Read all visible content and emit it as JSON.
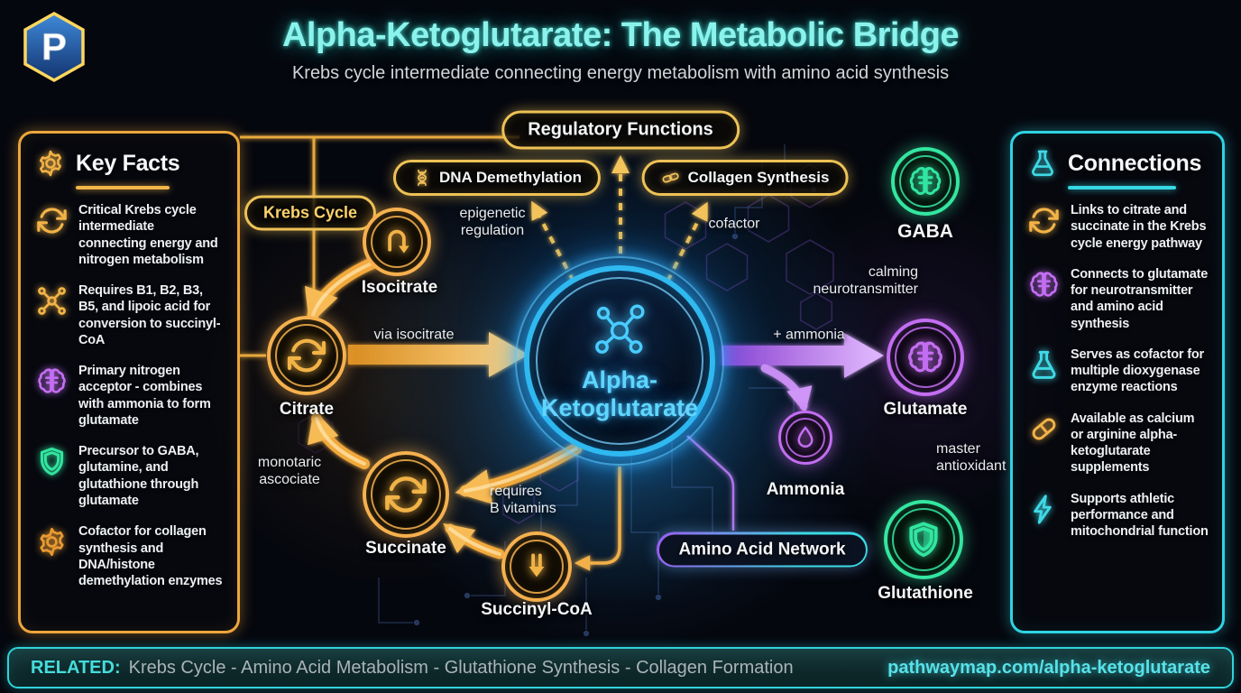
{
  "header": {
    "title": "Alpha-Ketoglutarate: The Metabolic Bridge",
    "subtitle": "Krebs cycle intermediate connecting energy metabolism with amino acid synthesis",
    "logo_letter": "P"
  },
  "left_panel": {
    "title": "Key Facts",
    "items": [
      {
        "icon": "cycle-icon",
        "color": "gold",
        "text": "Critical Krebs cycle intermediate connecting energy and nitrogen metabolism"
      },
      {
        "icon": "molecule-icon",
        "color": "gold",
        "text": "Requires B1, B2, B3, B5, and lipoic acid for conversion to succinyl-CoA"
      },
      {
        "icon": "brain-icon",
        "color": "purple",
        "text": "Primary nitrogen acceptor - combines with ammonia to form glutamate"
      },
      {
        "icon": "shield-icon",
        "color": "green",
        "text": "Precursor to GABA, glutamine, and glutathione through glutamate"
      },
      {
        "icon": "gear-icon",
        "color": "orange",
        "text": "Cofactor for collagen synthesis and DNA/histone demethylation enzymes"
      }
    ]
  },
  "right_panel": {
    "title": "Connections",
    "items": [
      {
        "icon": "cycle-icon",
        "color": "gold",
        "text": "Links to citrate and succinate in the Krebs cycle energy pathway"
      },
      {
        "icon": "brain-icon",
        "color": "purple",
        "text": "Connects to glutamate for neurotransmitter and amino acid synthesis"
      },
      {
        "icon": "flask-icon",
        "color": "cyan",
        "text": "Serves as cofactor for multiple dioxygenase enzyme reactions"
      },
      {
        "icon": "pill-icon",
        "color": "gold",
        "text": "Available as calcium or arginine alpha-ketoglutarate supplements"
      },
      {
        "icon": "lightning-icon",
        "color": "cyan",
        "text": "Supports athletic performance and mitochondrial function"
      }
    ]
  },
  "diagram": {
    "pills": {
      "regulatory": "Regulatory Functions",
      "dna": "DNA Demethylation",
      "collagen": "Collagen Synthesis",
      "krebs": "Krebs Cycle",
      "amino": "Amino Acid Network"
    },
    "nodes": {
      "center_line1": "Alpha-",
      "center_line2": "Ketoglutarate",
      "isocitrate": "Isocitrate",
      "citrate": "Citrate",
      "succinate": "Succinate",
      "succinyl": "Succinyl-CoA",
      "gaba": "GABA",
      "glutamate": "Glutamate",
      "ammonia": "Ammonia",
      "glutathione": "Glutathione"
    },
    "edge_labels": {
      "epigenetic_regulation": "epigenetic\nregulation",
      "cofactor": "cofactor",
      "via_isocitrate": "via isocitrate",
      "plus_ammonia": "+ ammonia",
      "calming_neurotransmitter": "calming\nneurotransmitter",
      "monotaric_ascociate": "monotaric\nascociate",
      "requires_b_vitamins": "requires\nB vitamins",
      "master_antioxidant": "master\nantioxidant"
    }
  },
  "footer": {
    "related_label": "RELATED:",
    "related_items": "Krebs Cycle - Amino Acid Metabolism - Glutathione Synthesis - Collagen Formation",
    "url": "pathwaymap.com/alpha-ketoglutarate"
  },
  "colors": {
    "title_accent": "#8bf3ec",
    "gold": "#f2b04a",
    "cyan": "#38d6e3",
    "purple": "#c36ef2",
    "green": "#34e6a0",
    "center_blue": "#45c8ff"
  }
}
